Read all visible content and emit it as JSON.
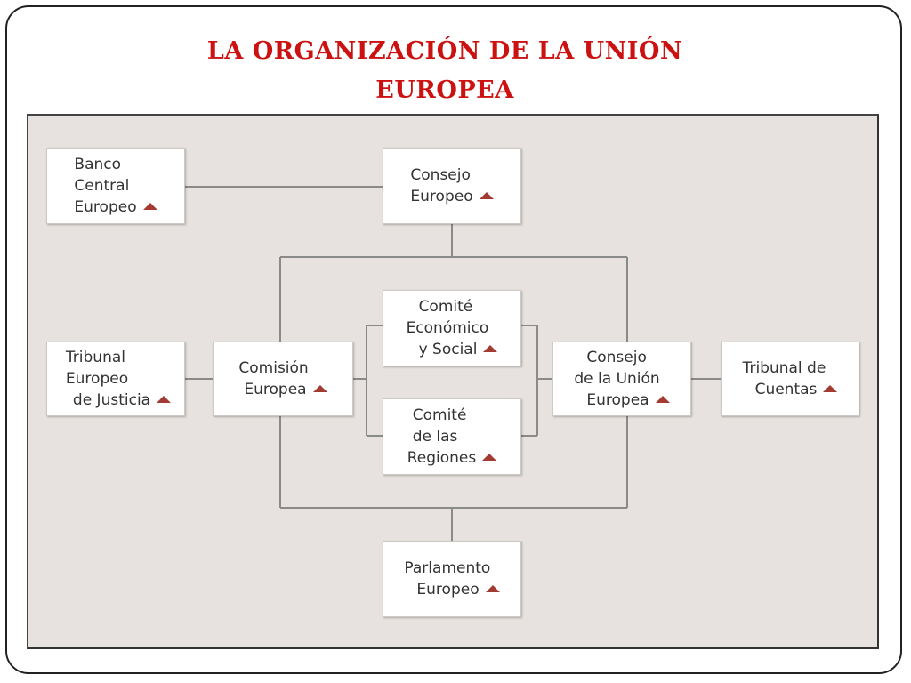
{
  "title": {
    "line1": "LA ORGANIZACIÓN DE LA UNIÓN",
    "line2": "EUROPEA"
  },
  "colors": {
    "title": "#cc1111",
    "panel_background": "#e7e2df",
    "node_background": "#ffffff",
    "connector": "#8a8a8a",
    "arrow_icon": "#a33b33"
  },
  "nodes": {
    "banco": {
      "lines": [
        "Banco",
        "Central",
        "Europeo"
      ],
      "icon": "expand-arrow-icon"
    },
    "consejo_europeo": {
      "lines": [
        "Consejo",
        "Europeo"
      ],
      "icon": "expand-arrow-icon"
    },
    "tribunal_justicia": {
      "lines": [
        "Tribunal",
        "Europeo",
        "de Justicia"
      ],
      "icon": "expand-arrow-icon"
    },
    "comision": {
      "lines": [
        "Comisión",
        "Europea"
      ],
      "icon": "expand-arrow-icon"
    },
    "comite_economico": {
      "lines": [
        "Comité",
        "Económico",
        "y Social"
      ],
      "icon": "expand-arrow-icon"
    },
    "comite_regiones": {
      "lines": [
        "Comité",
        "de las",
        "Regiones"
      ],
      "icon": "expand-arrow-icon"
    },
    "consejo_union": {
      "lines": [
        "Consejo",
        "de la Unión",
        "Europea"
      ],
      "icon": "expand-arrow-icon"
    },
    "tribunal_cuentas": {
      "lines": [
        "Tribunal de",
        "Cuentas"
      ],
      "icon": "expand-arrow-icon"
    },
    "parlamento": {
      "lines": [
        "Parlamento",
        "Europeo"
      ],
      "icon": "expand-arrow-icon"
    }
  }
}
